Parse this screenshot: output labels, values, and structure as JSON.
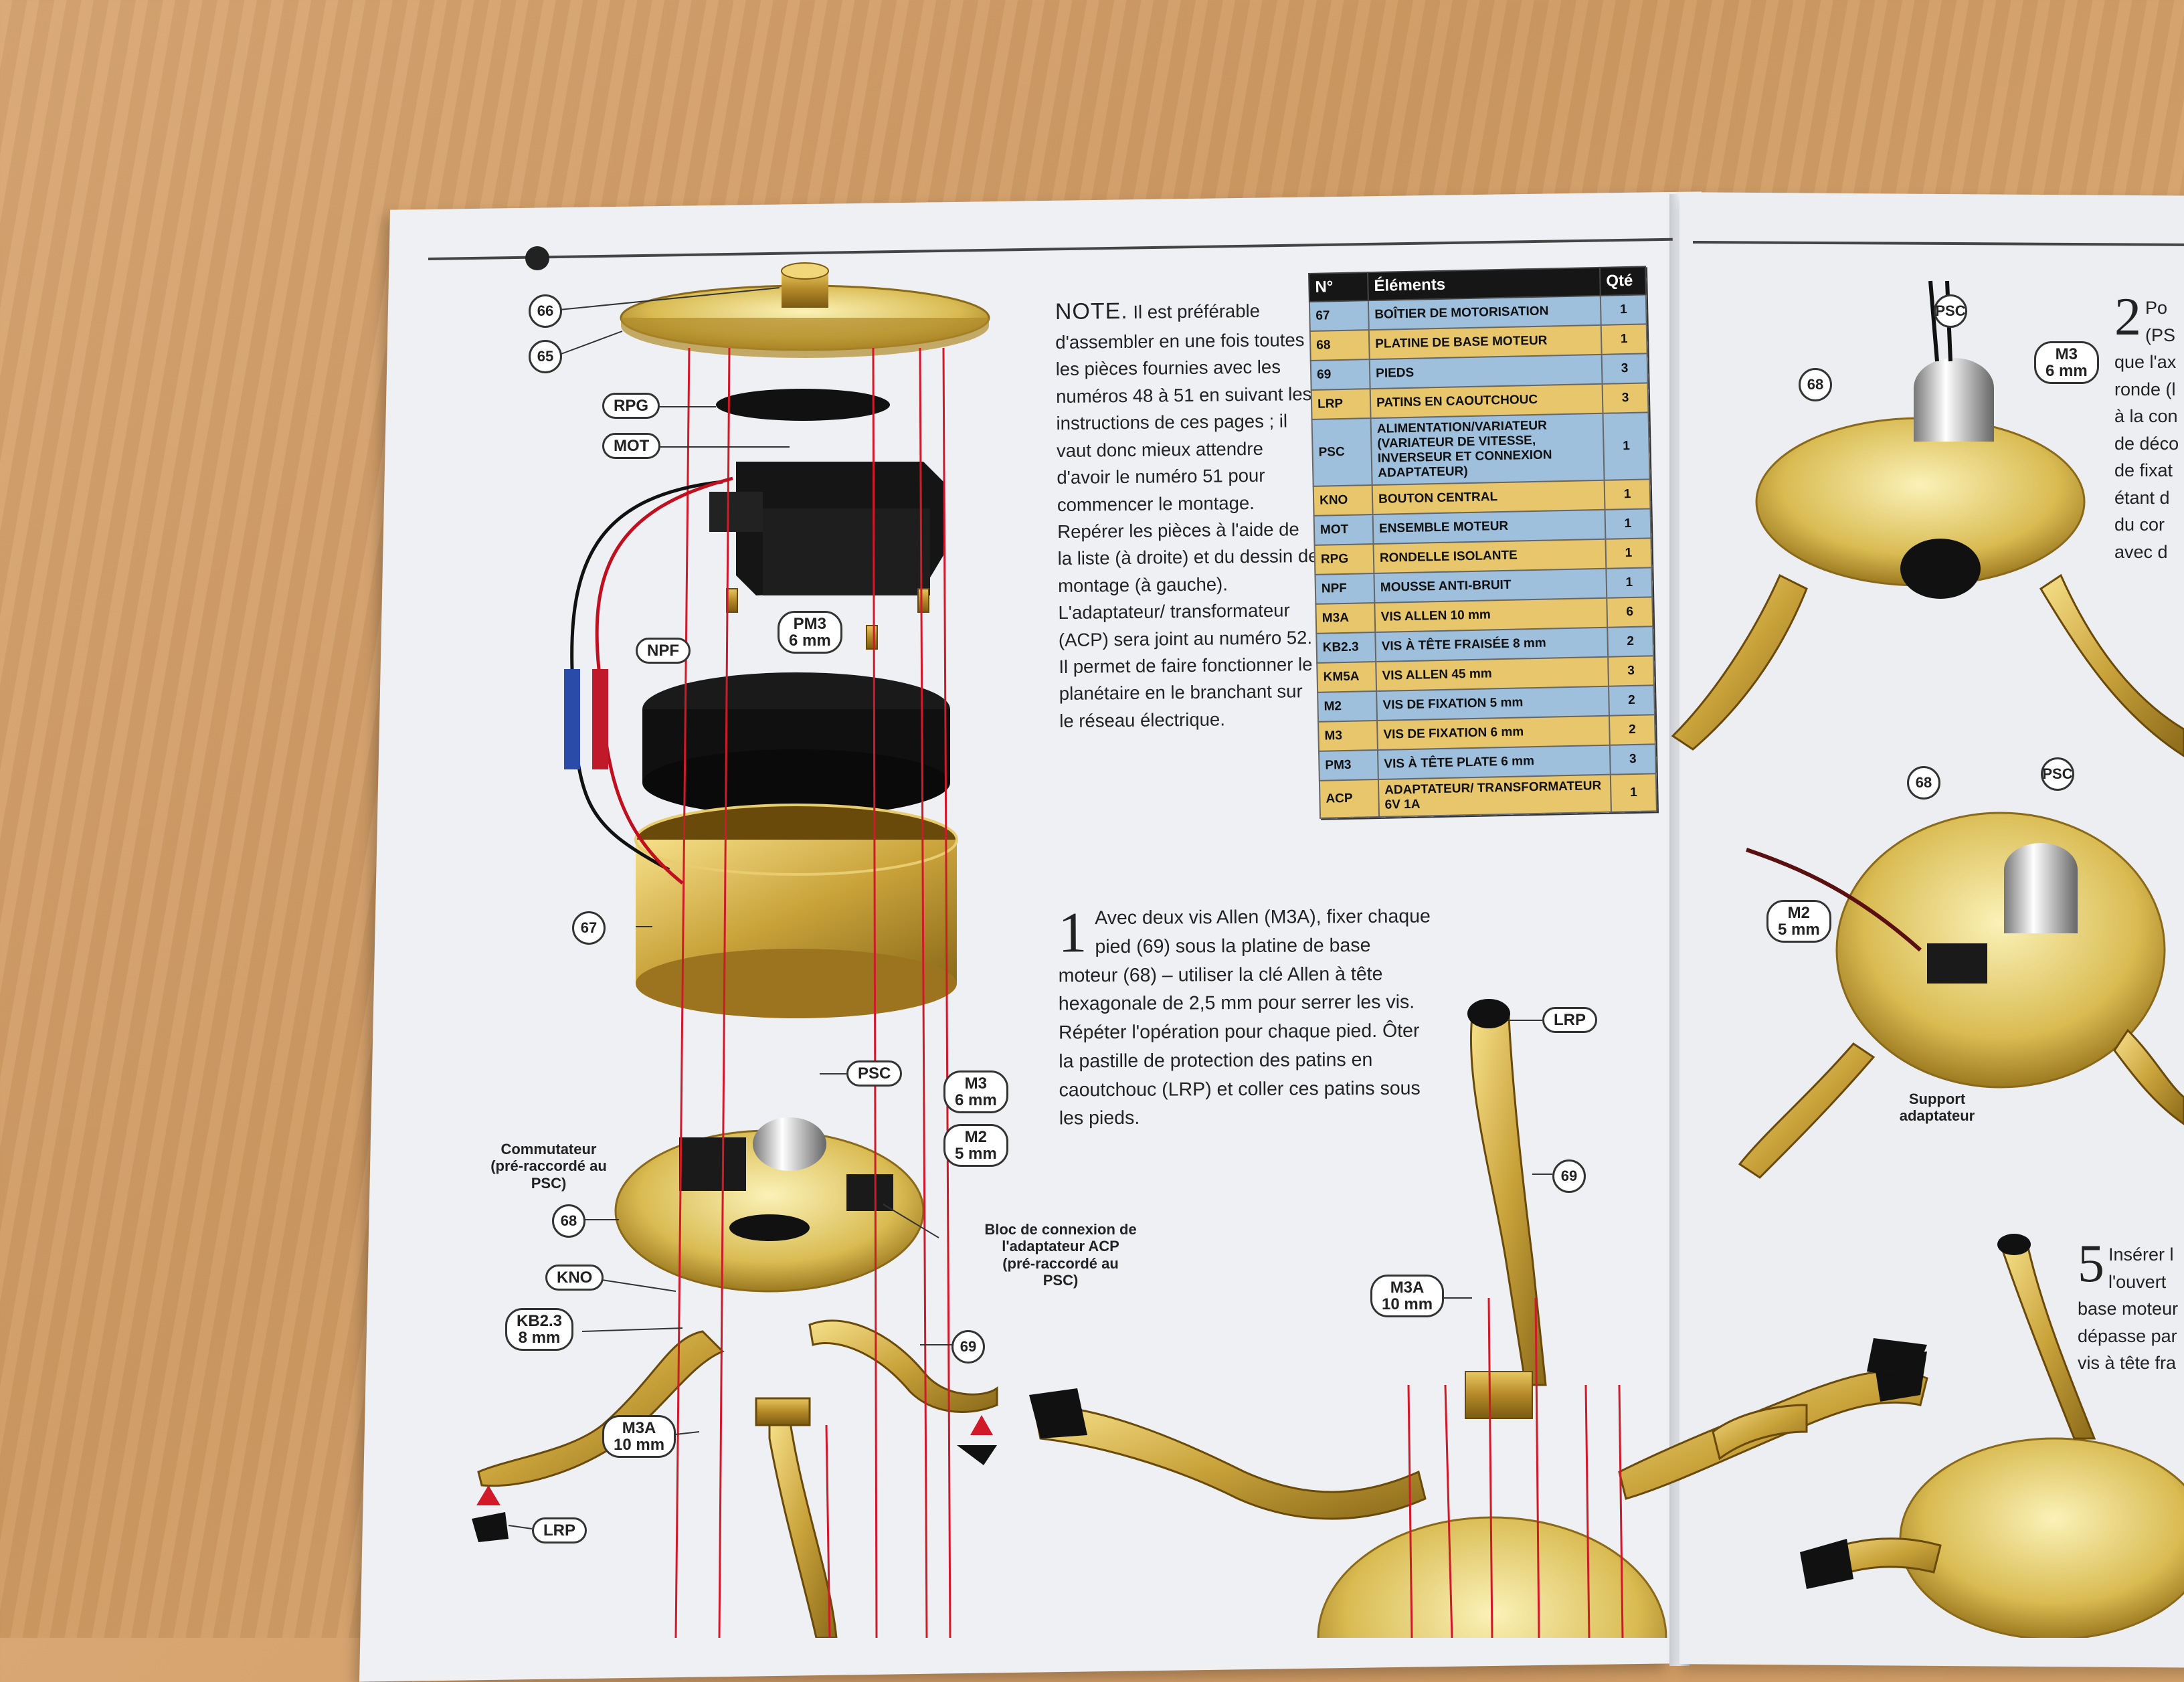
{
  "note": {
    "keyword": "NOTE.",
    "text": "Il est préférable d'assembler en une fois toutes les pièces fournies avec les numéros 48 à 51 en suivant les instructions de ces pages ; il vaut donc mieux attendre d'avoir le numéro 51 pour commencer le montage. Repérer les pièces à l'aide de la liste (à droite) et du dessin de montage (à gauche). L'adaptateur/ transformateur (ACP) sera joint au numéro 52. Il permet de faire fonctionner le planétaire en le branchant sur le réseau électrique."
  },
  "parts_table": {
    "headers": [
      "N°",
      "Éléments",
      "Qté"
    ],
    "rows": [
      {
        "code": "67",
        "name": "BOÎTIER DE MOTORISATION",
        "qty": "1",
        "color": "blue"
      },
      {
        "code": "68",
        "name": "PLATINE DE BASE MOTEUR",
        "qty": "1",
        "color": "gold"
      },
      {
        "code": "69",
        "name": "PIEDS",
        "qty": "3",
        "color": "blue"
      },
      {
        "code": "LRP",
        "name": "PATINS EN CAOUTCHOUC",
        "qty": "3",
        "color": "gold"
      },
      {
        "code": "PSC",
        "name": "ALIMENTATION/VARIATEUR (VARIATEUR DE VITESSE, INVERSEUR ET CONNEXION ADAPTATEUR)",
        "qty": "1",
        "color": "blue"
      },
      {
        "code": "KNO",
        "name": "BOUTON CENTRAL",
        "qty": "1",
        "color": "gold"
      },
      {
        "code": "MOT",
        "name": "ENSEMBLE MOTEUR",
        "qty": "1",
        "color": "blue"
      },
      {
        "code": "RPG",
        "name": "RONDELLE ISOLANTE",
        "qty": "1",
        "color": "gold"
      },
      {
        "code": "NPF",
        "name": "MOUSSE ANTI-BRUIT",
        "qty": "1",
        "color": "blue"
      },
      {
        "code": "M3A",
        "name": "VIS ALLEN 10 mm",
        "qty": "6",
        "color": "gold"
      },
      {
        "code": "KB2.3",
        "name": "VIS À TÊTE FRAISÉE 8 mm",
        "qty": "2",
        "color": "blue"
      },
      {
        "code": "KM5A",
        "name": "VIS ALLEN 45 mm",
        "qty": "3",
        "color": "gold"
      },
      {
        "code": "M2",
        "name": "VIS DE FIXATION 5 mm",
        "qty": "2",
        "color": "blue"
      },
      {
        "code": "M3",
        "name": "VIS DE FIXATION 6 mm",
        "qty": "2",
        "color": "gold"
      },
      {
        "code": "PM3",
        "name": "VIS À TÊTE PLATE 6 mm",
        "qty": "3",
        "color": "blue"
      },
      {
        "code": "ACP",
        "name": "ADAPTATEUR/ TRANSFORMATEUR 6V 1A",
        "qty": "1",
        "color": "gold"
      }
    ]
  },
  "step1": {
    "number": "1",
    "text": "Avec deux vis Allen (M3A), fixer chaque pied (69) sous la platine de base moteur (68) – utiliser la clé Allen à tête hexagonale de 2,5 mm pour serrer les vis. Répéter l'opération pour chaque pied. Ôter la pastille de protection des patins en caoutchouc (LRP) et coller ces patins sous les pieds."
  },
  "callouts": {
    "c66": "66",
    "c65": "65",
    "rpg": "RPG",
    "mot": "MOT",
    "pm3a": "PM3",
    "pm3b": "6 mm",
    "npf": "NPF",
    "c67": "67",
    "psc": "PSC",
    "m3a": "M3",
    "m3b": "6 mm",
    "m2a": "M2",
    "m2b": "5 mm",
    "c68": "68",
    "kno": "KNO",
    "kb23a": "KB2.3",
    "kb23b": "8 mm",
    "c69": "69",
    "m3aa": "M3A",
    "m3ab": "10 mm",
    "lrp": "LRP",
    "lrp2": "LRP",
    "c69b": "69",
    "m3a2a": "M3A",
    "m3a2b": "10 mm",
    "r_psc": "PSC",
    "r_m3a": "M3",
    "r_m3b": "6 mm",
    "r_68": "68",
    "r_68b": "68",
    "r_psc2": "PSC",
    "r_m2a": "M2",
    "r_m2b": "5 mm"
  },
  "annotations": {
    "commutateur": "Commutateur (pré-raccordé au PSC)",
    "bloc": "Bloc de connexion de l'adaptateur ACP (pré-raccordé au PSC)",
    "support": "Support adaptateur"
  },
  "right_page": {
    "step2_num": "2",
    "step2_lines": [
      "Po",
      "(PS",
      "que l'ax",
      "ronde (l",
      "à la con",
      "de déco",
      "de fixat",
      "étant d",
      "du cor",
      "avec d"
    ],
    "step5_num": "5",
    "step5_lines": [
      "Insérer l",
      "l'ouvert",
      "base moteur",
      "dépasse par",
      "vis à tête fra"
    ]
  }
}
